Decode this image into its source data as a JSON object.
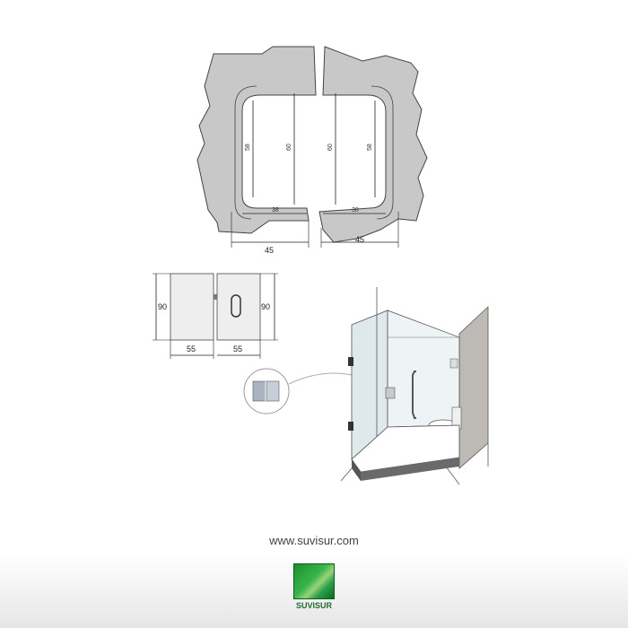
{
  "diagram": {
    "dimensions": {
      "left_inner_height": "58",
      "left_outer_height": "60",
      "right_outer_height": "60",
      "right_inner_height": "58",
      "left_inner_width": "38",
      "left_outer_width": "45",
      "right_inner_width": "38",
      "right_outer_width": "45",
      "hinge_height_left": "90",
      "hinge_height_right": "90",
      "hinge_width_left": "55",
      "hinge_width_right": "55"
    }
  },
  "footer": {
    "website": "www.suvisur.com",
    "logo_text": "SUVISUR"
  },
  "colors": {
    "glass_cutout": "#c8c8c8",
    "brand_green": "#2aa04a"
  }
}
